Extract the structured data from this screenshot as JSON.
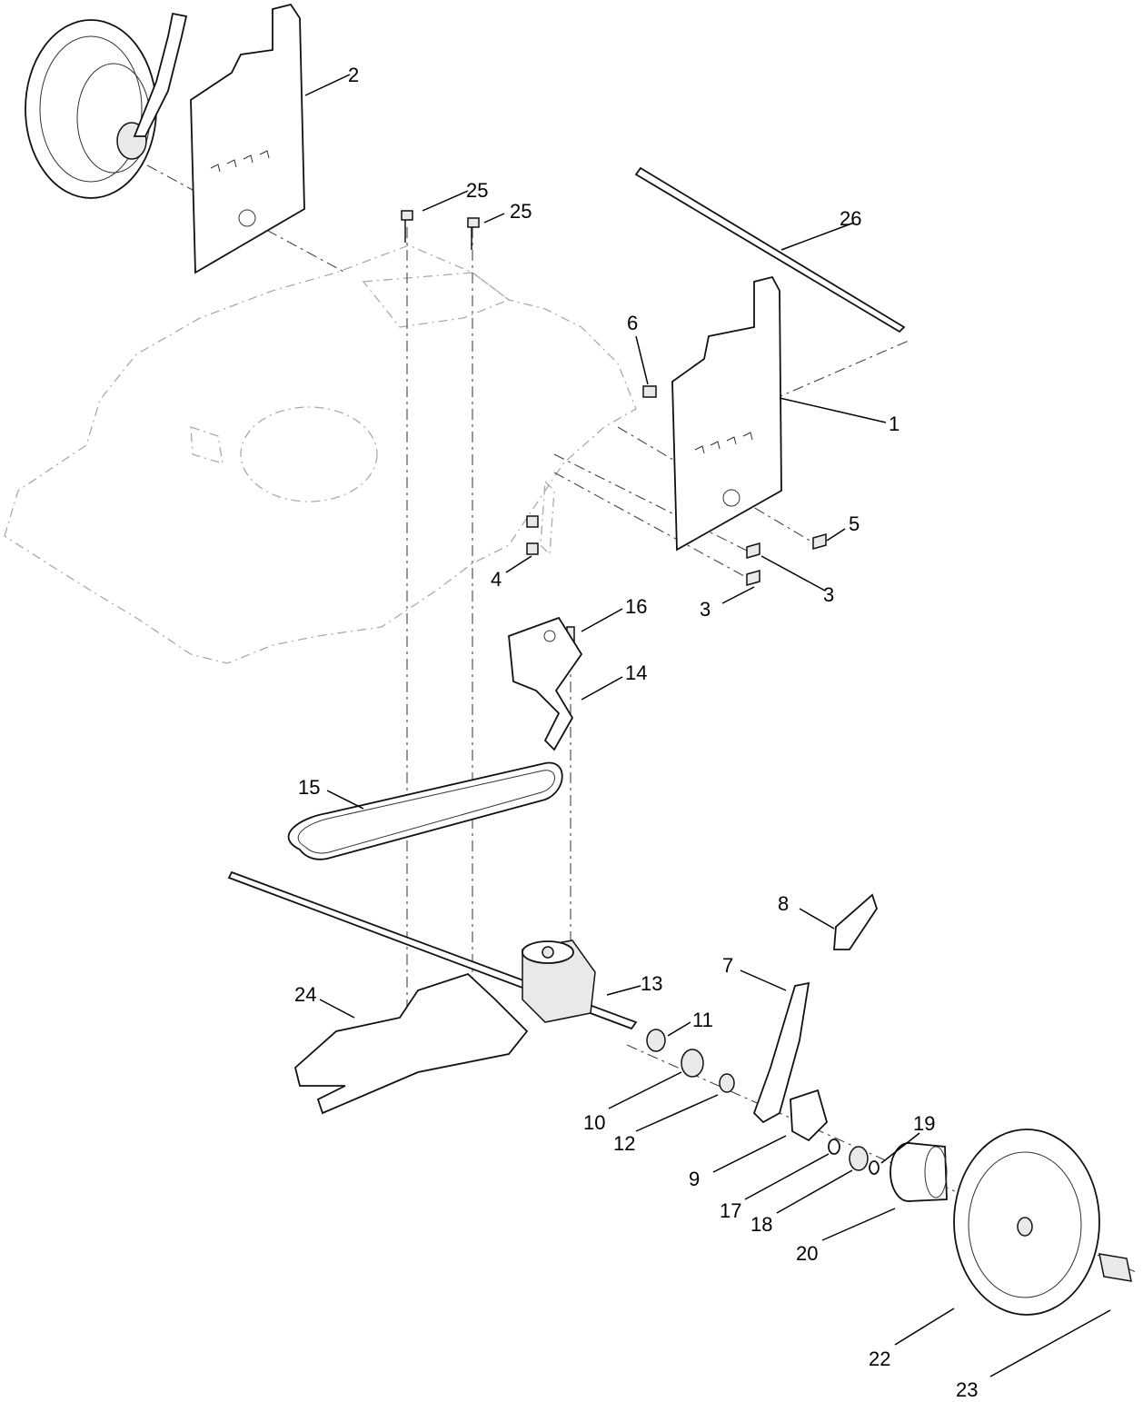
{
  "callouts": [
    {
      "id": "1",
      "text": "1"
    },
    {
      "id": "2",
      "text": "2"
    },
    {
      "id": "3a",
      "text": "3"
    },
    {
      "id": "3b",
      "text": "3"
    },
    {
      "id": "4",
      "text": "4"
    },
    {
      "id": "5",
      "text": "5"
    },
    {
      "id": "6",
      "text": "6"
    },
    {
      "id": "7",
      "text": "7"
    },
    {
      "id": "8",
      "text": "8"
    },
    {
      "id": "9",
      "text": "9"
    },
    {
      "id": "10",
      "text": "10"
    },
    {
      "id": "11",
      "text": "11"
    },
    {
      "id": "12",
      "text": "12"
    },
    {
      "id": "13",
      "text": "13"
    },
    {
      "id": "14",
      "text": "14"
    },
    {
      "id": "15",
      "text": "15"
    },
    {
      "id": "16",
      "text": "16"
    },
    {
      "id": "17",
      "text": "17"
    },
    {
      "id": "18",
      "text": "18"
    },
    {
      "id": "19",
      "text": "19"
    },
    {
      "id": "20",
      "text": "20"
    },
    {
      "id": "22",
      "text": "22"
    },
    {
      "id": "23",
      "text": "23"
    },
    {
      "id": "24",
      "text": "24"
    },
    {
      "id": "25a",
      "text": "25"
    },
    {
      "id": "25b",
      "text": "25"
    },
    {
      "id": "26",
      "text": "26"
    }
  ]
}
